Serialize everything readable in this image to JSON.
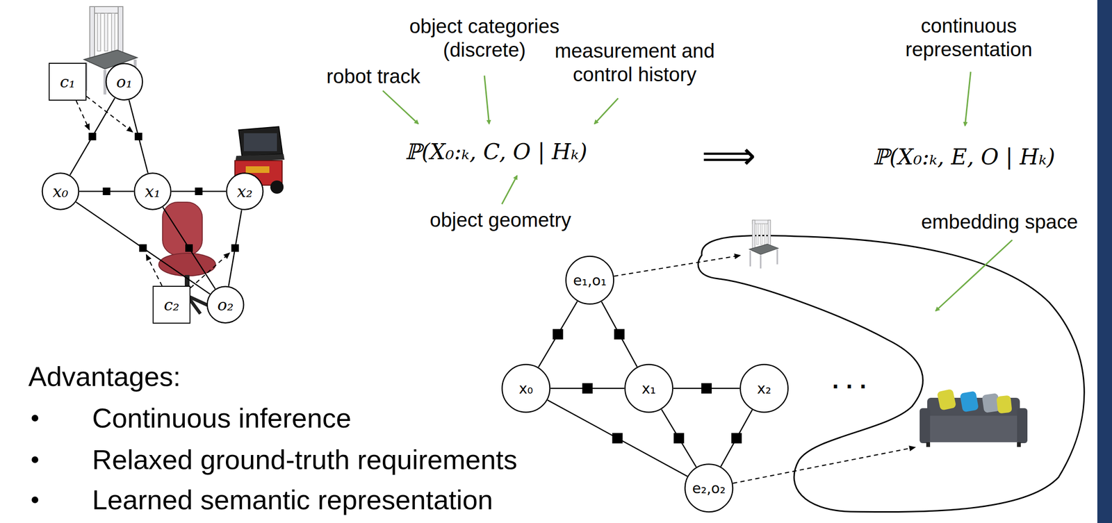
{
  "diagram": {
    "nodes": [
      {
        "text": [
          "c₁"
        ]
      },
      {
        "text": [
          "o₁"
        ]
      },
      {
        "text": [
          "x₀"
        ]
      },
      {
        "text": [
          "x₁"
        ]
      },
      {
        "text": [
          "x₂"
        ]
      },
      {
        "text": [
          "c₂"
        ]
      },
      {
        "text": [
          "o₂"
        ]
      },
      {
        "text": [
          "e₁,o₁"
        ]
      },
      {
        "text": [
          "x₀"
        ]
      },
      {
        "text": [
          "x₁"
        ]
      },
      {
        "text": [
          "x₂"
        ]
      },
      {
        "text": [
          "e₂,o₂"
        ]
      }
    ],
    "edges": [
      {
        "from": 2,
        "to": 3,
        "arrow": "none"
      },
      {
        "from": 3,
        "to": 4,
        "arrow": "none"
      },
      {
        "from": 1,
        "to": 2,
        "arrow": "none"
      },
      {
        "from": 1,
        "to": 3,
        "arrow": "none"
      },
      {
        "from": 6,
        "to": 2,
        "arrow": "none"
      },
      {
        "from": 6,
        "to": 3,
        "arrow": "none"
      },
      {
        "from": 6,
        "to": 4,
        "arrow": "none"
      },
      {
        "from": 8,
        "to": 9,
        "arrow": "none"
      },
      {
        "from": 9,
        "to": 10,
        "arrow": "none"
      },
      {
        "from": 7,
        "to": 8,
        "arrow": "none"
      },
      {
        "from": 7,
        "to": 9,
        "arrow": "none"
      },
      {
        "from": 11,
        "to": 8,
        "arrow": "none"
      },
      {
        "from": 11,
        "to": 9,
        "arrow": "none"
      },
      {
        "from": 11,
        "to": 10,
        "arrow": "none"
      }
    ],
    "labels": [
      "object categories (discrete)",
      "continuous representation",
      "measurement and control history",
      "robot track",
      "ℙ(X₀:ₖ, C, O | Hₖ)",
      "⟹",
      "ℙ(X₀:ₖ, E, O | Hₖ)",
      "object geometry",
      "embedding space",
      "Advantages:",
      "Continuous inference",
      "Relaxed ground-truth requirements",
      "Learned semantic representation",
      "· · ·"
    ]
  }
}
